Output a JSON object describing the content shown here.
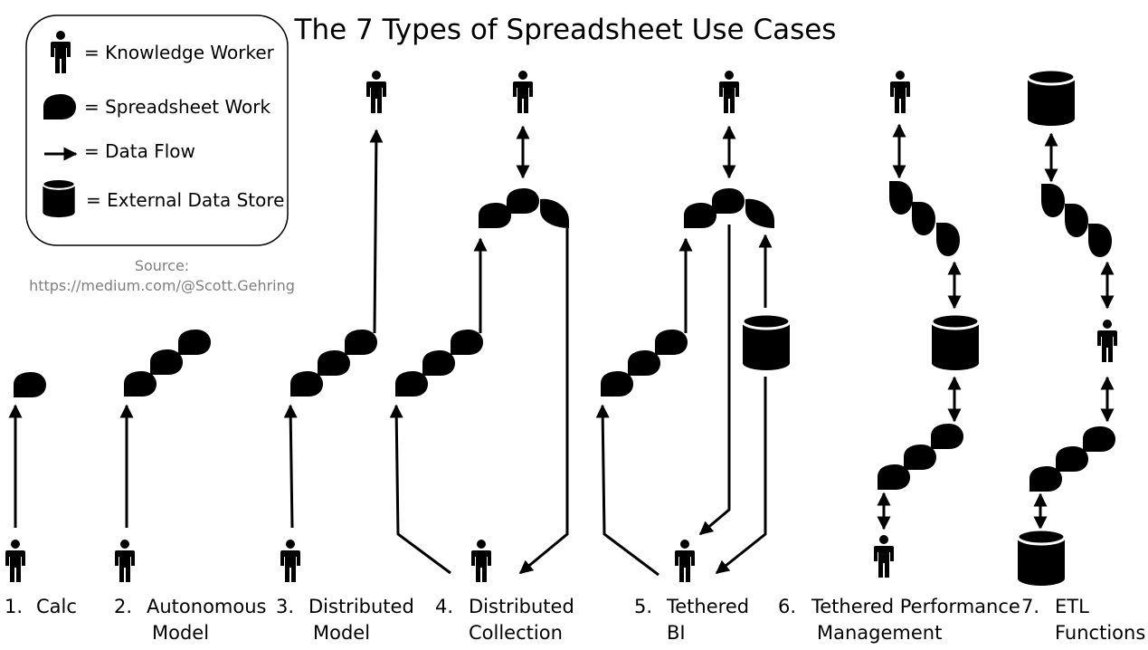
{
  "title": "The 7 Types of Spreadsheet Use Cases",
  "legend": {
    "worker": "= Knowledge Worker",
    "work": "= Spreadsheet Work",
    "flow": "= Data Flow",
    "store": "= External Data Store"
  },
  "source": {
    "line1": "Source:",
    "line2": "https://medium.com/@Scott.Gehring"
  },
  "cases": [
    {
      "num": "1.",
      "line1": "Calc",
      "line2": ""
    },
    {
      "num": "2.",
      "line1": "Autonomous",
      "line2": "Model"
    },
    {
      "num": "3.",
      "line1": "Distributed",
      "line2": "Model"
    },
    {
      "num": "4.",
      "line1": "Distributed",
      "line2": "Collection"
    },
    {
      "num": "5.",
      "line1": "Tethered",
      "line2": "BI"
    },
    {
      "num": "6.",
      "line1": "Tethered Performance",
      "line2": "Management"
    },
    {
      "num": "7.",
      "line1": "ETL",
      "line2": "Functions"
    }
  ],
  "icons": [
    "person-icon",
    "spreadsheet-blob-icon",
    "arrow-icon",
    "cylinder-icon"
  ]
}
